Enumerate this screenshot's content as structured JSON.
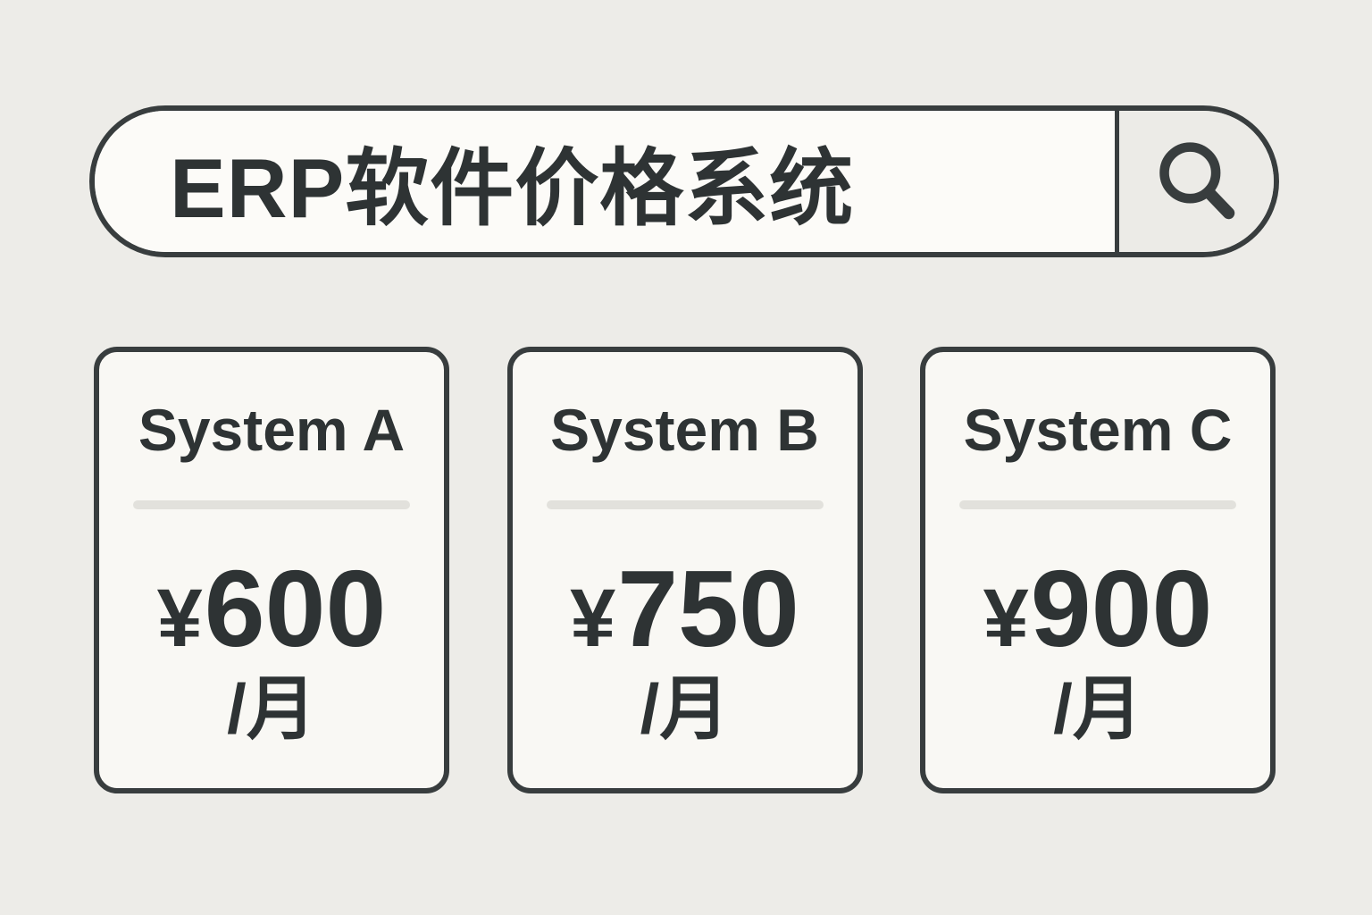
{
  "colors": {
    "background": "#edece8",
    "ink": "#2e3334",
    "border": "#383d3e",
    "card_fill": "#f9f8f4",
    "input_fill": "#fcfbf8",
    "button_fill": "#ecebe7",
    "divider": "#e2e1dc"
  },
  "search": {
    "query": "ERP软件价格系统",
    "icon": "search-icon"
  },
  "cards": [
    {
      "name": "System A",
      "currency": "¥",
      "price": "600",
      "period": "/月"
    },
    {
      "name": "System B",
      "currency": "¥",
      "price": "750",
      "period": "/月"
    },
    {
      "name": "System C",
      "currency": "¥",
      "price": "900",
      "period": "/月"
    }
  ]
}
